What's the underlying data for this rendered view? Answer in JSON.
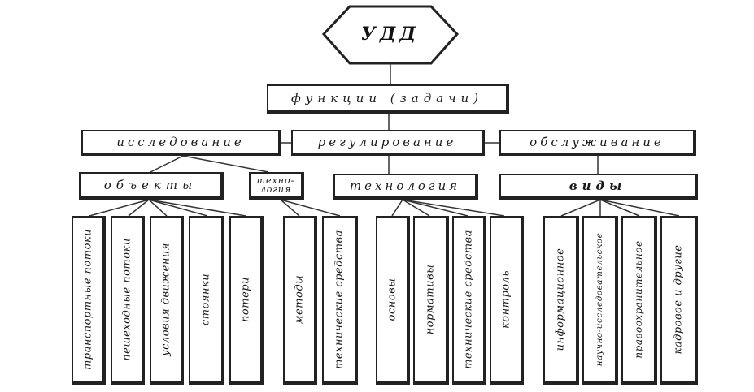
{
  "root": "УДД",
  "functions": "функции (задачи)",
  "branches": {
    "research": "исследование",
    "regulation": "регулирование",
    "service": "обслуживание"
  },
  "groups": {
    "objects": "объекты",
    "techno_small": "техно-\nлогия",
    "technology": "технология",
    "types": "виды"
  },
  "leaves": {
    "objects": [
      "транспортные потоки",
      "пешеходные потоки",
      "условия движения",
      "стоянки",
      "потери"
    ],
    "techno_small": [
      "методы",
      "технические средства"
    ],
    "technology": [
      "основы",
      "нормативы",
      "технические средства",
      "контроль"
    ],
    "types": [
      "информационное",
      "научно-исследовательское",
      "правоохранительное",
      "кадровое и другие"
    ]
  }
}
